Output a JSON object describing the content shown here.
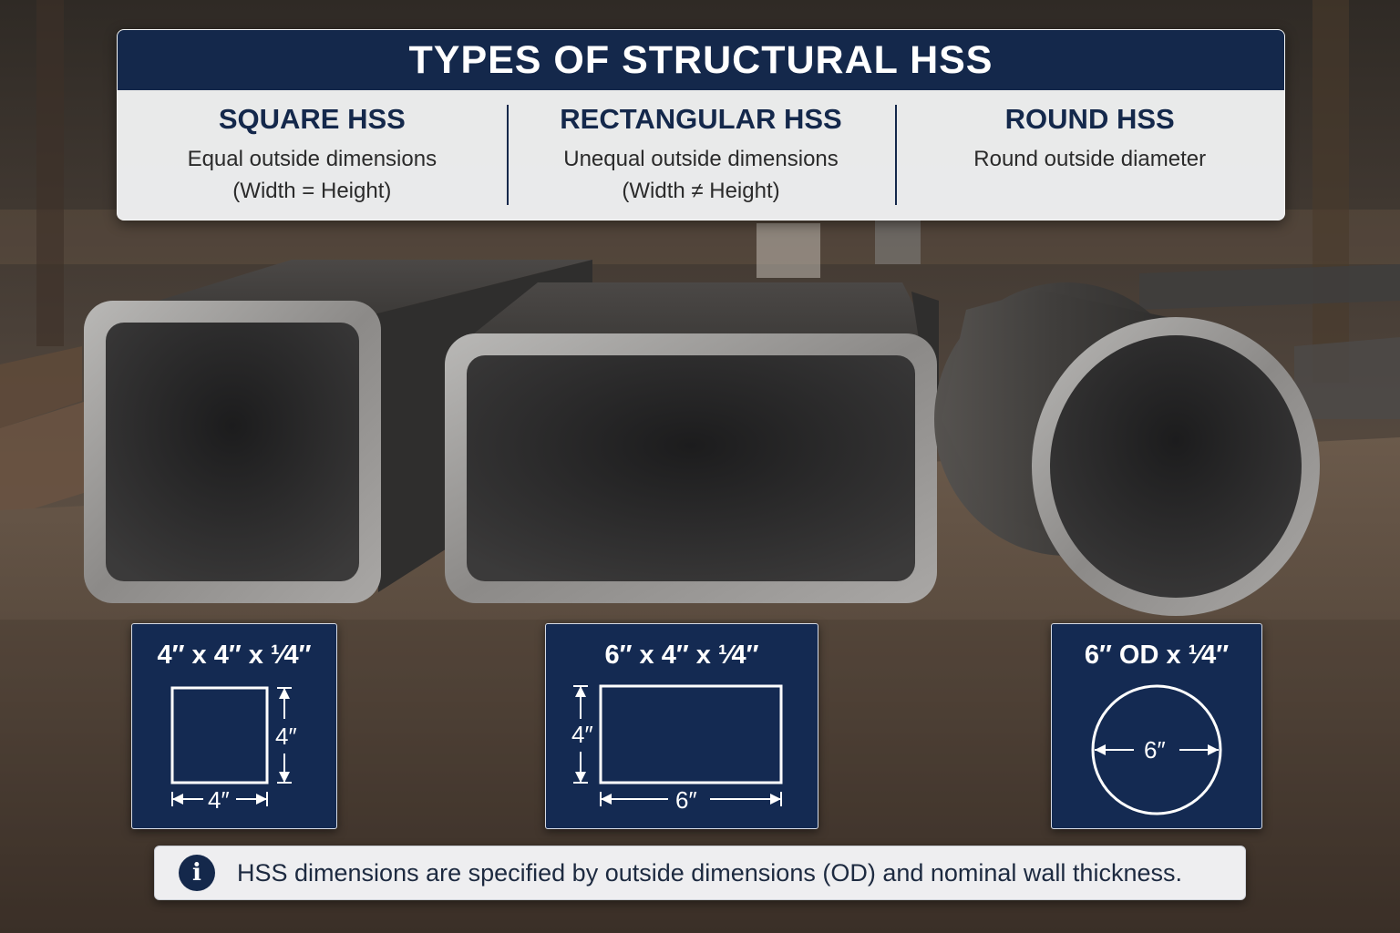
{
  "header": {
    "title": "TYPES OF STRUCTURAL HSS",
    "columns": [
      {
        "title": "SQUARE HSS",
        "desc_line1": "Equal outside dimensions",
        "desc_line2": "(Width = Height)"
      },
      {
        "title": "RECTANGULAR HSS",
        "desc_line1": "Unequal outside dimensions",
        "desc_line2": "(Width ≠ Height)"
      },
      {
        "title": "ROUND HSS",
        "desc_line1": "Round outside diameter",
        "desc_line2": ""
      }
    ]
  },
  "cards": {
    "square": {
      "title": "4″ x 4″ x ¹⁄4″",
      "height_label": "4″",
      "width_label": "4″"
    },
    "rectangular": {
      "title": "6″ x 4″ x ¹⁄4″",
      "height_label": "4″",
      "width_label": "6″"
    },
    "round": {
      "title": "6″ OD x ¹⁄4″",
      "diameter_label": "6″"
    }
  },
  "note": {
    "icon": "info-icon",
    "icon_glyph": "i",
    "text": "HSS dimensions are specified by outside dimensions (OD) and nominal wall thickness."
  },
  "colors": {
    "navy": "#14284b",
    "card_navy": "#142a52",
    "steel": "#6f6c69"
  }
}
